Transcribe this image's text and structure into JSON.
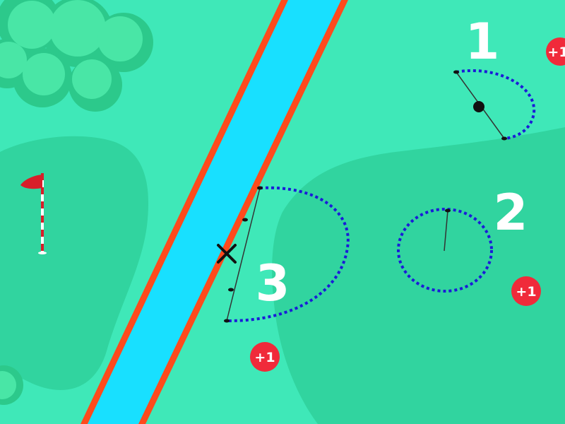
{
  "colors": {
    "fairway": "#3fe8b8",
    "rough": "#31d49f",
    "water": "#18e0ff",
    "hazard_border": "#ff4a1c",
    "tree_light": "#49e6a6",
    "tree_dark": "#2cc98b",
    "boundary": "#1b1bd8",
    "badge": "#f02a3a",
    "flag": "#d81e2a"
  },
  "icons": {
    "flag": "golf-flag-icon",
    "drop": "x-mark-icon"
  },
  "zones": [
    {
      "number": "1",
      "penalty": "+1"
    },
    {
      "number": "2",
      "penalty": "+1"
    },
    {
      "number": "3",
      "penalty": "+1"
    }
  ]
}
